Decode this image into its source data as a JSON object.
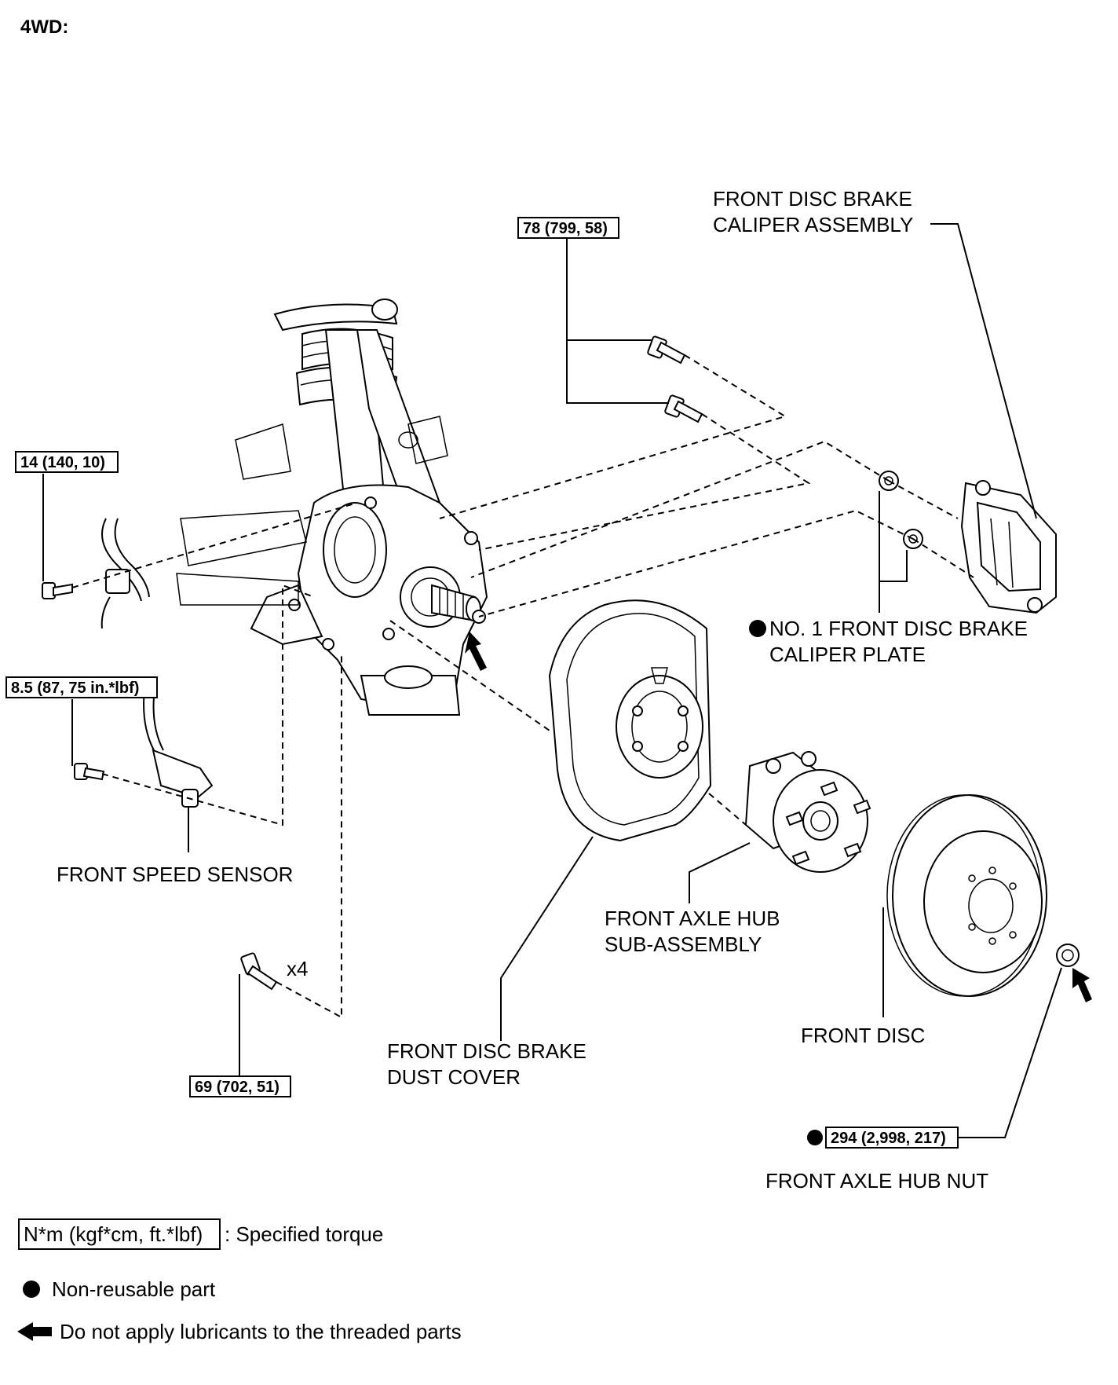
{
  "header": "4WD:",
  "labels": {
    "caliper_assembly": [
      "FRONT DISC BRAKE",
      "CALIPER ASSEMBLY"
    ],
    "caliper_plate": [
      "NO. 1 FRONT DISC BRAKE",
      "CALIPER PLATE"
    ],
    "speed_sensor": "FRONT SPEED SENSOR",
    "axle_hub": [
      "FRONT AXLE HUB",
      "SUB-ASSEMBLY"
    ],
    "dust_cover": [
      "FRONT DISC BRAKE",
      "DUST COVER"
    ],
    "front_disc": "FRONT DISC",
    "hub_nut": "FRONT AXLE HUB NUT",
    "quantity_x4": "x4"
  },
  "torques": {
    "caliper_bolts": "78 (799, 58)",
    "sensor_harness_bolt": "14 (140, 10)",
    "speed_sensor_bolt": "8.5 (87, 75 in.*lbf)",
    "knuckle_bolts": "69 (702, 51)",
    "hub_nut": "294 (2,998, 217)"
  },
  "legend": {
    "torque_unit": "N*m (kgf*cm, ft.*lbf)",
    "torque_text": ": Specified torque",
    "nonreusable_text": "Non-reusable part",
    "no_lube_text": "Do not apply lubricants to the threaded parts"
  },
  "colors": {
    "ink": "#000000",
    "paper": "#ffffff"
  },
  "icons": [
    "non-reusable-dot-icon",
    "no-lubricant-arrow-icon"
  ]
}
